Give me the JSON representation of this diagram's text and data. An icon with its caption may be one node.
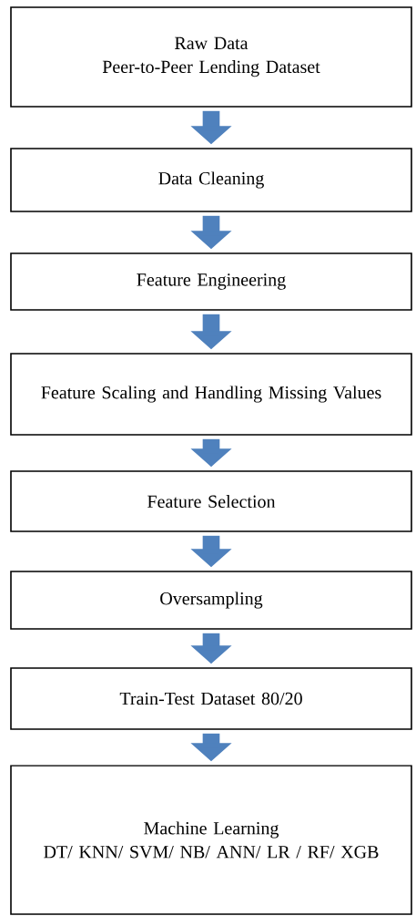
{
  "diagram": {
    "nodes": [
      {
        "text": [
          "Raw Data",
          "Peer-to-Peer Lending Dataset"
        ]
      },
      {
        "text": [
          "Data Cleaning"
        ]
      },
      {
        "text": [
          "Feature Engineering"
        ]
      },
      {
        "text": [
          "Feature Scaling and Handling Missing Values"
        ]
      },
      {
        "text": [
          "Feature Selection"
        ]
      },
      {
        "text": [
          "Oversampling"
        ]
      },
      {
        "text": [
          "Train-Test Dataset 80/20"
        ]
      },
      {
        "text": [
          "Machine Learning",
          "DT/ KNN/ SVM/ NB/ ANN/ LR / RF/ XGB"
        ]
      }
    ],
    "edges": [
      {
        "from": 0,
        "to": 1,
        "arrow": "to"
      },
      {
        "from": 1,
        "to": 2,
        "arrow": "to"
      },
      {
        "from": 2,
        "to": 3,
        "arrow": "to"
      },
      {
        "from": 3,
        "to": 4,
        "arrow": "to"
      },
      {
        "from": 4,
        "to": 5,
        "arrow": "to"
      },
      {
        "from": 5,
        "to": 6,
        "arrow": "to"
      },
      {
        "from": 6,
        "to": 7,
        "arrow": "to"
      }
    ]
  }
}
